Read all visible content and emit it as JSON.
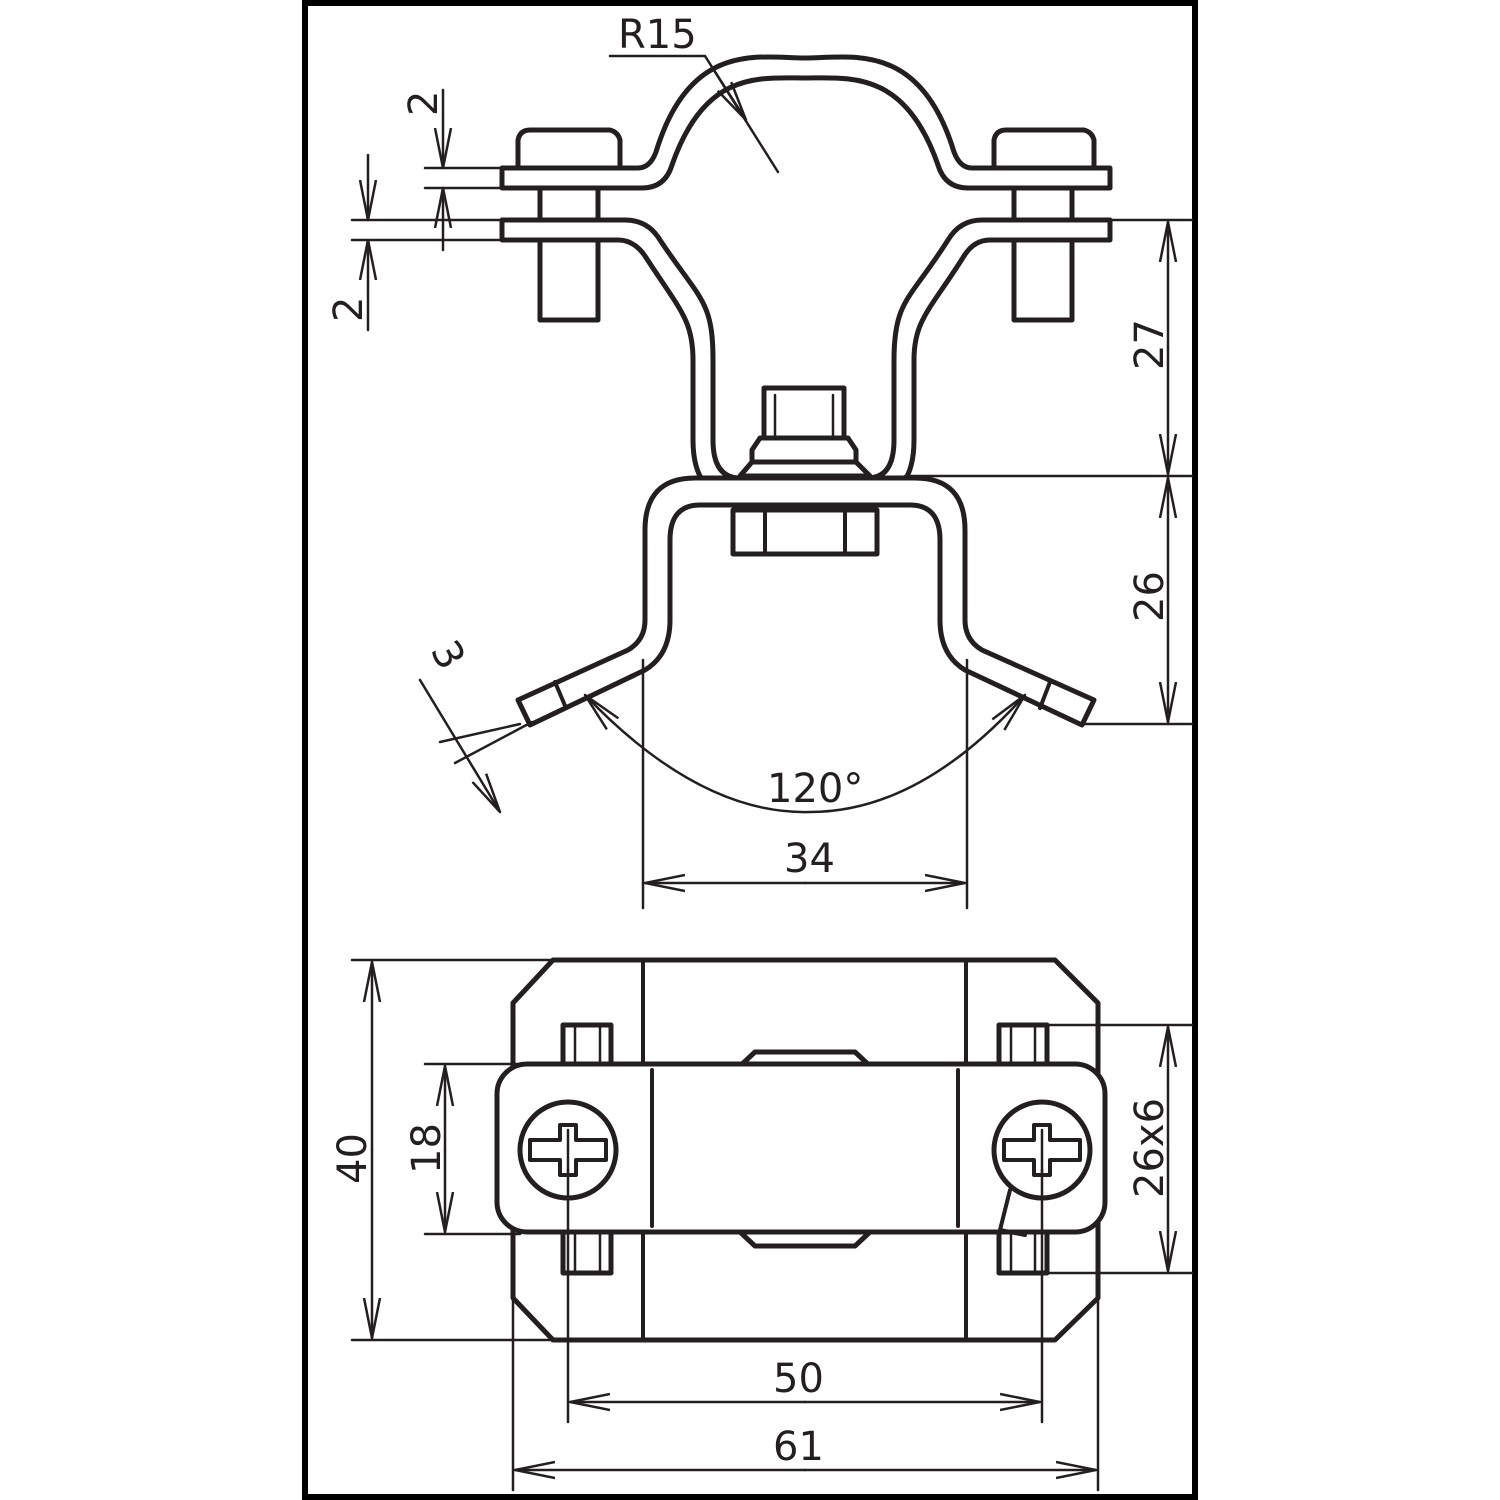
{
  "dimensions": {
    "radius": "R15",
    "plate_thickness_top": "2",
    "plate_thickness_bottom": "2",
    "upper_height": "27",
    "lower_height": "26",
    "tab_thickness": "3",
    "angle": "120°",
    "inner_width": "34",
    "total_depth": "40",
    "clamp_width": "18",
    "flat_conductor": "26x6",
    "screw_spacing": "50",
    "total_length": "61"
  },
  "colors": {
    "line": "#231f20",
    "background": "#ffffff",
    "frame": "#000000"
  }
}
